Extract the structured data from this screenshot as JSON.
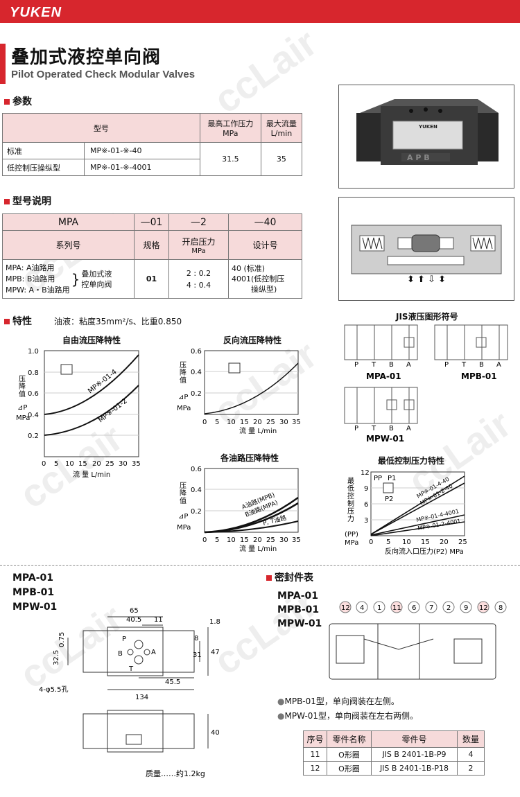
{
  "header": {
    "logo": "YUKEN"
  },
  "title": {
    "cn": "叠加式液控单向阀",
    "en": "Pilot Operated Check Modular Valves"
  },
  "params": {
    "section": "参数",
    "headers": [
      "型号",
      "最高工作压力",
      "MPa",
      "最大流量",
      "L/min"
    ],
    "rows": [
      {
        "name": "标准",
        "model": "MP※-01-※-40"
      },
      {
        "name": "低控制压操纵型",
        "model": "MP※-01-※-4001"
      }
    ],
    "pressure": "31.5",
    "flow": "35"
  },
  "model_code": {
    "section": "型号说明",
    "codes": [
      "MPA",
      "—01",
      "—2",
      "—40"
    ],
    "labels": [
      "系列号",
      "规格",
      "开启压力",
      "MPa",
      "设计号"
    ],
    "series": [
      "MPA: A油路用",
      "MPB: B油路用",
      "MPW: A・B油路用"
    ],
    "series_desc": [
      "叠加式液",
      "控单向阀"
    ],
    "size": "01",
    "cracking": [
      "2 : 0.2",
      "4 : 0.4"
    ],
    "design": [
      "40  (标准)",
      "4001(低控制压",
      "操纵型)"
    ]
  },
  "features": {
    "section": "特性",
    "oil": "油液：粘度35mm²/s、比重0.850"
  },
  "charts_text": {
    "free": {
      "title": "自由流压降特性",
      "ylabel": [
        "压",
        "降",
        "值",
        "⊿P",
        "MPa"
      ],
      "xlabel": "流  量    L/min",
      "yticks": [
        "1.0",
        "0.8",
        "0.6",
        "0.4",
        "0.2"
      ],
      "xticks": [
        "0",
        "5",
        "10",
        "15",
        "20",
        "25",
        "30",
        "35"
      ],
      "curve1": "MP※-01-4",
      "curve2": "MP※-01-2"
    },
    "reverse": {
      "title": "反向流压降特性",
      "ylabel": [
        "压",
        "降",
        "值",
        "⊿P",
        "MPa"
      ],
      "xlabel": "流  量    L/min",
      "yticks": [
        "0.6",
        "0.4",
        "0.2"
      ],
      "xticks": [
        "0",
        "5",
        "10",
        "15",
        "20",
        "25",
        "30",
        "35"
      ]
    },
    "each": {
      "title": "各油路压降特性",
      "ylabel": [
        "压",
        "降",
        "值",
        "⊿P",
        "MPa"
      ],
      "xlabel": "流  量    L/min",
      "yticks": [
        "0.6",
        "0.4",
        "0.2"
      ],
      "xticks": [
        "0",
        "5",
        "10",
        "15",
        "20",
        "25",
        "30",
        "35"
      ],
      "c1": "A油路(MPB)",
      "c2": "B油路(MPA)",
      "c3": "P, T油路"
    },
    "minpilot": {
      "title": "最低控制压力特性",
      "ylabel": [
        "最",
        "低",
        "控",
        "制",
        "压",
        "力",
        "(PP)",
        "MPa"
      ],
      "xlabel": "反向流入口压力(P2) MPa",
      "yticks": [
        "12",
        "9",
        "6",
        "3"
      ],
      "xticks": [
        "0",
        "5",
        "10",
        "15",
        "20",
        "25"
      ],
      "c1": "MP※-01-4-40",
      "c2": "MP※-01-2-40",
      "c3": "MP※-01-4-4001",
      "c4": "MP※-01-2-4001",
      "pp": "PP",
      "p1": "P1",
      "p2": "P2"
    }
  },
  "jis": {
    "title": "JIS液压图形符号",
    "ports": [
      "P",
      "T",
      "B",
      "A"
    ],
    "mpa": "MPA-01",
    "mpb": "MPB-01",
    "mpw": "MPW-01"
  },
  "dims": {
    "models": [
      "MPA-01",
      "MPB-01",
      "MPW-01"
    ],
    "d65": "65",
    "d40_5": "40.5",
    "d11": "11",
    "d1_8": "1.8",
    "d0_75": "0.75",
    "d32_5": "32.5",
    "d8": "8",
    "d31": "31",
    "d47": "47",
    "d45_5": "45.5",
    "d134": "134",
    "hole": "4-φ5.5孔",
    "d40": "40",
    "ports": [
      "P",
      "B",
      "A",
      "T"
    ],
    "mass": "质量……约1.2kg"
  },
  "seals": {
    "section": "密封件表",
    "models": [
      "MPA-01",
      "MPB-01",
      "MPW-01"
    ],
    "items": [
      "12",
      "4",
      "1",
      "11",
      "6",
      "7",
      "2",
      "9",
      "12",
      "8"
    ],
    "notes": [
      "MPB-01型，单向阀装在左侧。",
      "MPW-01型，单向阀装在左右两侧。"
    ],
    "headers": [
      "序号",
      "零件名称",
      "零件号",
      "数量"
    ],
    "rows": [
      [
        "11",
        "O形圈",
        "JIS B 2401-1B-P9",
        "4"
      ],
      [
        "12",
        "O形圈",
        "JIS B 2401-1B-P18",
        "2"
      ]
    ]
  },
  "watermark": "ccLair"
}
